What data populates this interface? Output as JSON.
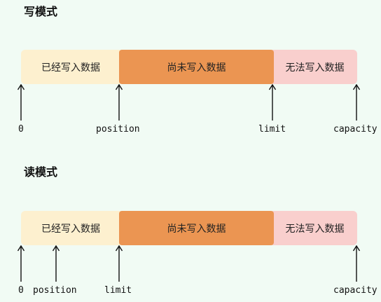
{
  "write_mode": {
    "title": "写模式",
    "segments": {
      "written": "已经写入数据",
      "unwritten": "尚未写入数据",
      "free": "无法写入数据"
    },
    "pointers": {
      "zero": "0",
      "position": "position",
      "limit": "limit",
      "capacity": "capacity"
    }
  },
  "read_mode": {
    "title": "读模式",
    "segments": {
      "written": "已经写入数据",
      "unwritten": "尚未写入数据",
      "free": "无法写入数据"
    },
    "pointers": {
      "zero": "0",
      "position": "position",
      "limit": "limit",
      "capacity": "capacity"
    }
  },
  "colors": {
    "background": "#f1fbf4",
    "written": "#fdf0cf",
    "unwritten": "#eb9552",
    "free": "#f9cfcd"
  }
}
